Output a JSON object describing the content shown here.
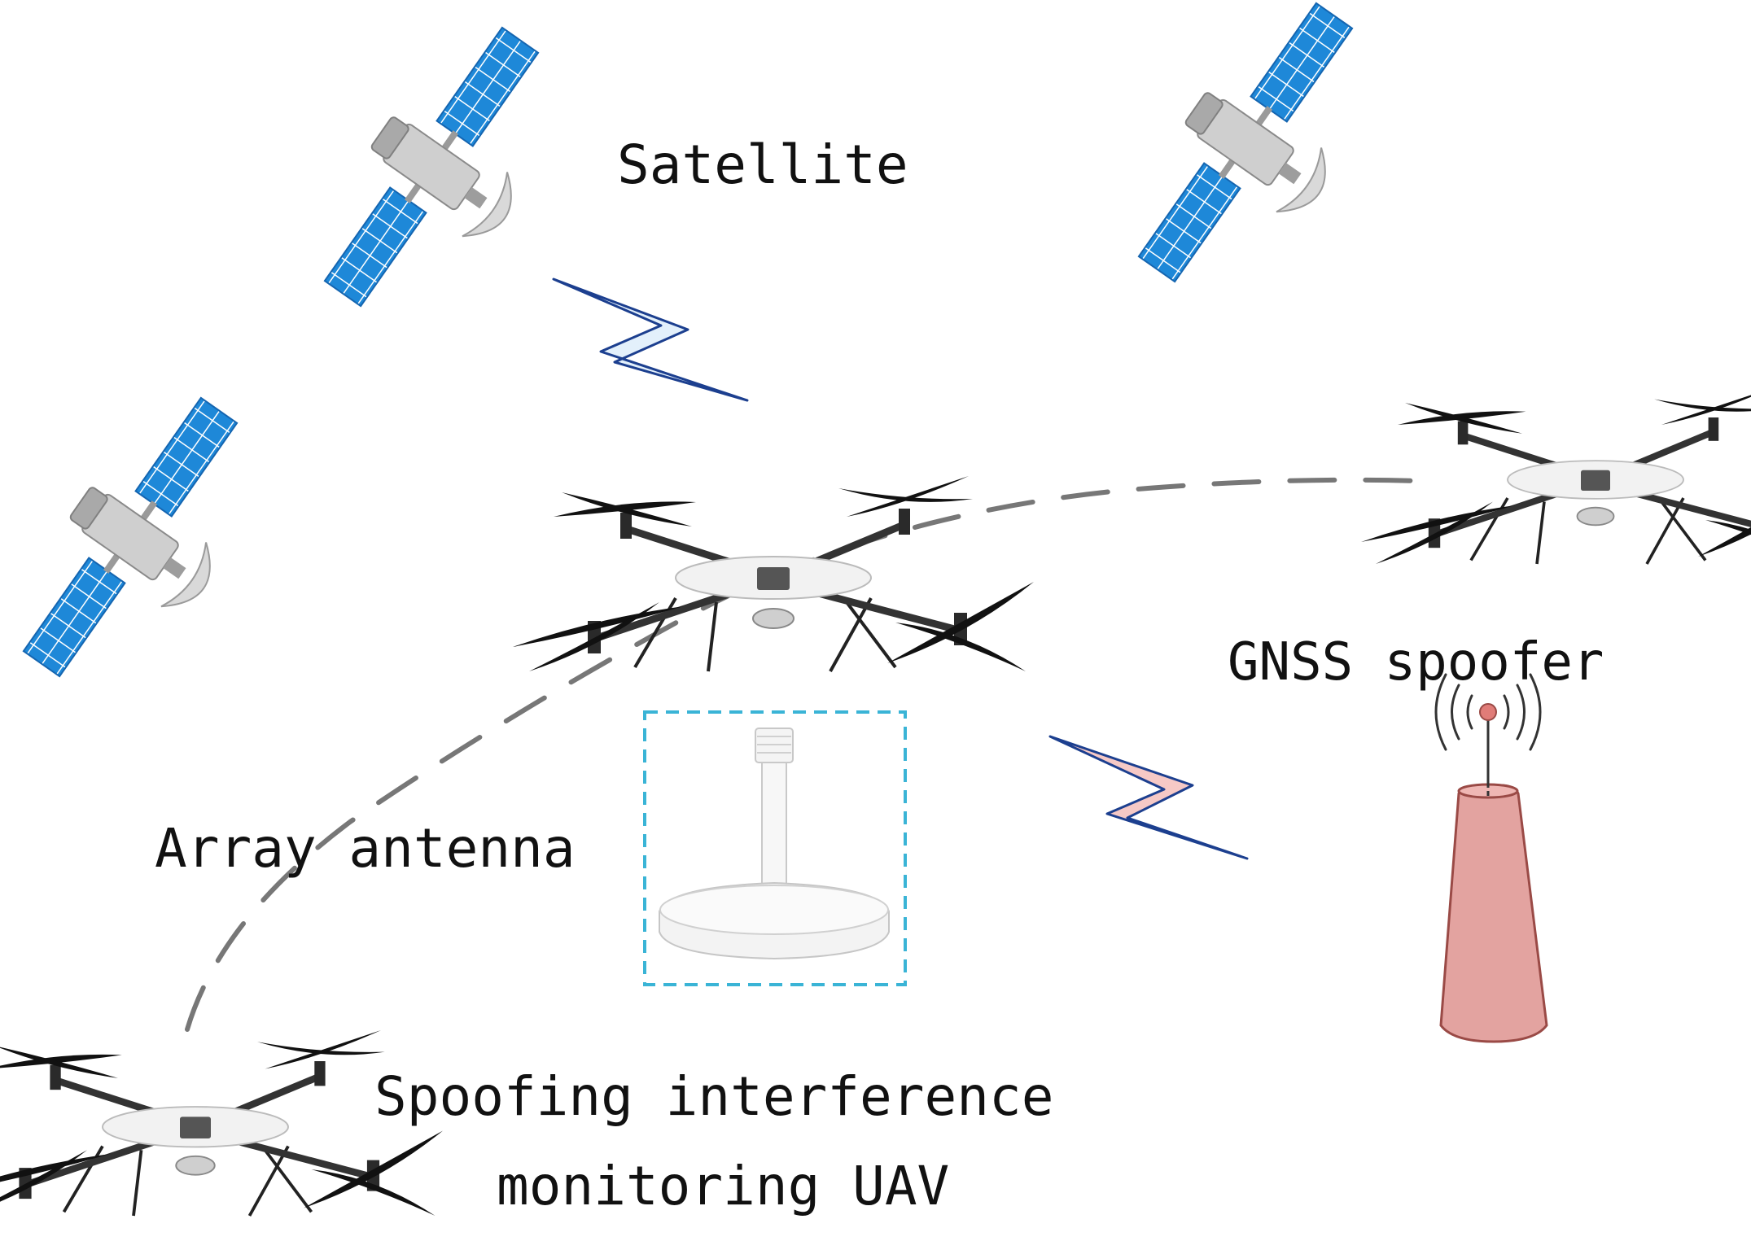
{
  "labels": {
    "satellite": "Satellite",
    "spoofer": "GNSS spoofer",
    "antenna": "Array antenna",
    "uav_line1": "Spoofing interference",
    "uav_line2": "monitoring UAV"
  },
  "colors": {
    "panel_blue": "#1e88d8",
    "panel_grid": "#ffffff",
    "satellite_body": "#c9c9c9",
    "trajectory": "#777777",
    "signal_true_fill": "#e3f0fb",
    "signal_true_stroke": "#1c3f8f",
    "signal_spoof_fill": "#f6c9c6",
    "signal_spoof_stroke": "#c0504d",
    "antenna_box": "#3ab4d6",
    "tower": "#e3a3a0",
    "tower_stroke": "#9a4a46"
  },
  "icons": [
    "satellite-icon",
    "drone-icon",
    "lightning-signal-icon",
    "antenna-icon",
    "spoofer-tower-icon"
  ]
}
